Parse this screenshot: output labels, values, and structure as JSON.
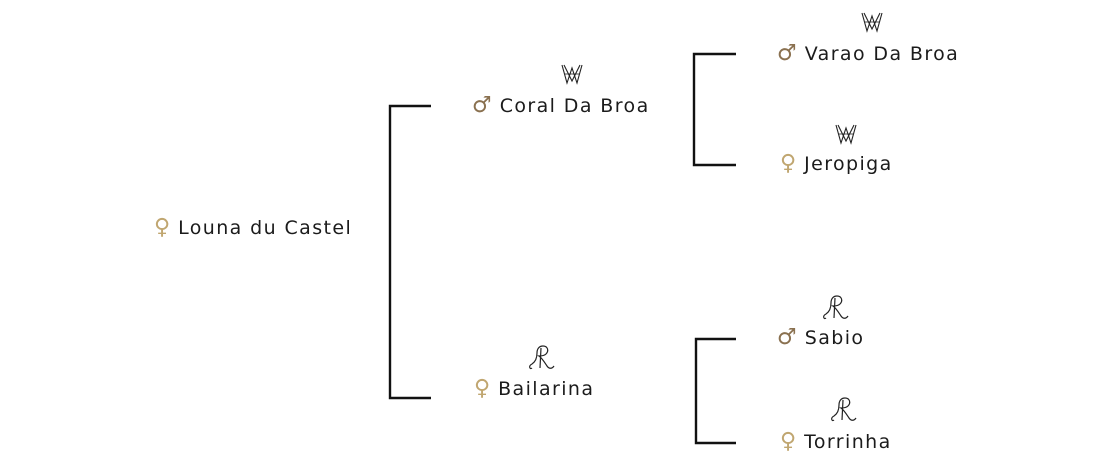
{
  "subject": {
    "name": "Louna du Castel",
    "sex": "female",
    "sex_symbol": "♀"
  },
  "sire": {
    "name": "Coral Da Broa",
    "sex": "male",
    "sex_symbol": "♂",
    "brand_icon": "mv-monogram-brand-icon"
  },
  "dam": {
    "name": "Bailarina",
    "sex": "female",
    "sex_symbol": "♀",
    "brand_icon": "r-script-brand-icon"
  },
  "sire_sire": {
    "name": "Varao Da Broa",
    "sex": "male",
    "sex_symbol": "♂",
    "brand_icon": "mv-monogram-brand-icon"
  },
  "sire_dam": {
    "name": "Jeropiga",
    "sex": "female",
    "sex_symbol": "♀",
    "brand_icon": "mv-monogram-brand-icon"
  },
  "dam_sire": {
    "name": "Sabio",
    "sex": "male",
    "sex_symbol": "♂",
    "brand_icon": "r-script-brand-icon"
  },
  "dam_dam": {
    "name": "Torrinha",
    "sex": "female",
    "sex_symbol": "♀",
    "brand_icon": "r-script-brand-icon"
  },
  "colors": {
    "male_symbol": "#8a7150",
    "female_symbol": "#c0a670",
    "lines": "#111111",
    "text": "#1b1b1b"
  }
}
